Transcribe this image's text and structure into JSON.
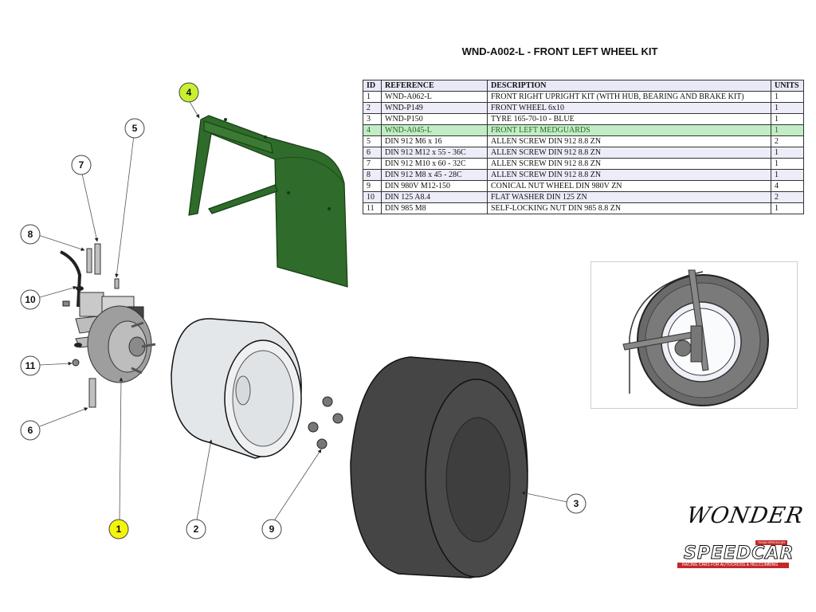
{
  "title": "WND-A002-L - FRONT LEFT WHEEL KIT",
  "colors": {
    "highlight_row": "#c2ecc6",
    "highlight_text": "#1e6b1e",
    "callout_highlight": "#f5f50a",
    "callout_highlight_green": "#c8f031",
    "mudguard_green": "#2f6b2a",
    "tyre_gray": "#454545"
  },
  "bom": {
    "headers": {
      "id": "ID",
      "reference": "REFERENCE",
      "description": "DESCRIPTION",
      "units": "UNITS"
    },
    "rows": [
      {
        "id": "1",
        "reference": "WND-A062-L",
        "description": "FRONT RIGHT UPRIGHT KIT (WITH HUB, BEARING AND BRAKE KIT)",
        "units": "1"
      },
      {
        "id": "2",
        "reference": "WND-P149",
        "description": "FRONT WHEEL 6x10",
        "units": "1"
      },
      {
        "id": "3",
        "reference": "WND-P150",
        "description": "TYRE 165-70-10 - BLUE",
        "units": "1"
      },
      {
        "id": "4",
        "reference": "WND-A045-L",
        "description": "FRONT LEFT MEDGUARDS",
        "units": "1"
      },
      {
        "id": "5",
        "reference": "DIN 912 M6 x 16",
        "description": "ALLEN  SCREW DIN 912 8.8 ZN",
        "units": "2"
      },
      {
        "id": "6",
        "reference": "DIN 912 M12 x 55 - 36C",
        "description": "ALLEN  SCREW DIN 912 8.8 ZN",
        "units": "1"
      },
      {
        "id": "7",
        "reference": "DIN 912 M10 x 60 - 32C",
        "description": "ALLEN  SCREW DIN 912 8.8 ZN",
        "units": "1"
      },
      {
        "id": "8",
        "reference": "DIN 912 M8 x 45 - 28C",
        "description": "ALLEN  SCREW DIN 912 8.8 ZN",
        "units": "1"
      },
      {
        "id": "9",
        "reference": "DIN 980V M12-150",
        "description": "CONICAL NUT WHEEL DIN 980V ZN",
        "units": "4"
      },
      {
        "id": "10",
        "reference": "DIN 125 A8.4",
        "description": "FLAT WASHER DIN 125 ZN",
        "units": "2"
      },
      {
        "id": "11",
        "reference": "DIN 985 M8",
        "description": "SELF-LOCKING NUT DIN 985 8.8 ZN",
        "units": "1"
      }
    ]
  },
  "callouts": {
    "c1": "1",
    "c2": "2",
    "c3": "3",
    "c4": "4",
    "c5": "5",
    "c6": "6",
    "c7": "7",
    "c8": "8",
    "c9": "9",
    "c10": "10",
    "c11": "11"
  },
  "logos": {
    "wonder": "Wonder",
    "speedcar": "Speedcar",
    "speedcar_tagline": "RACING CARS FOR AUTOCROSS & HILLCLIMBING",
    "speedcar_top": "TEAM SPEEDCAR"
  }
}
